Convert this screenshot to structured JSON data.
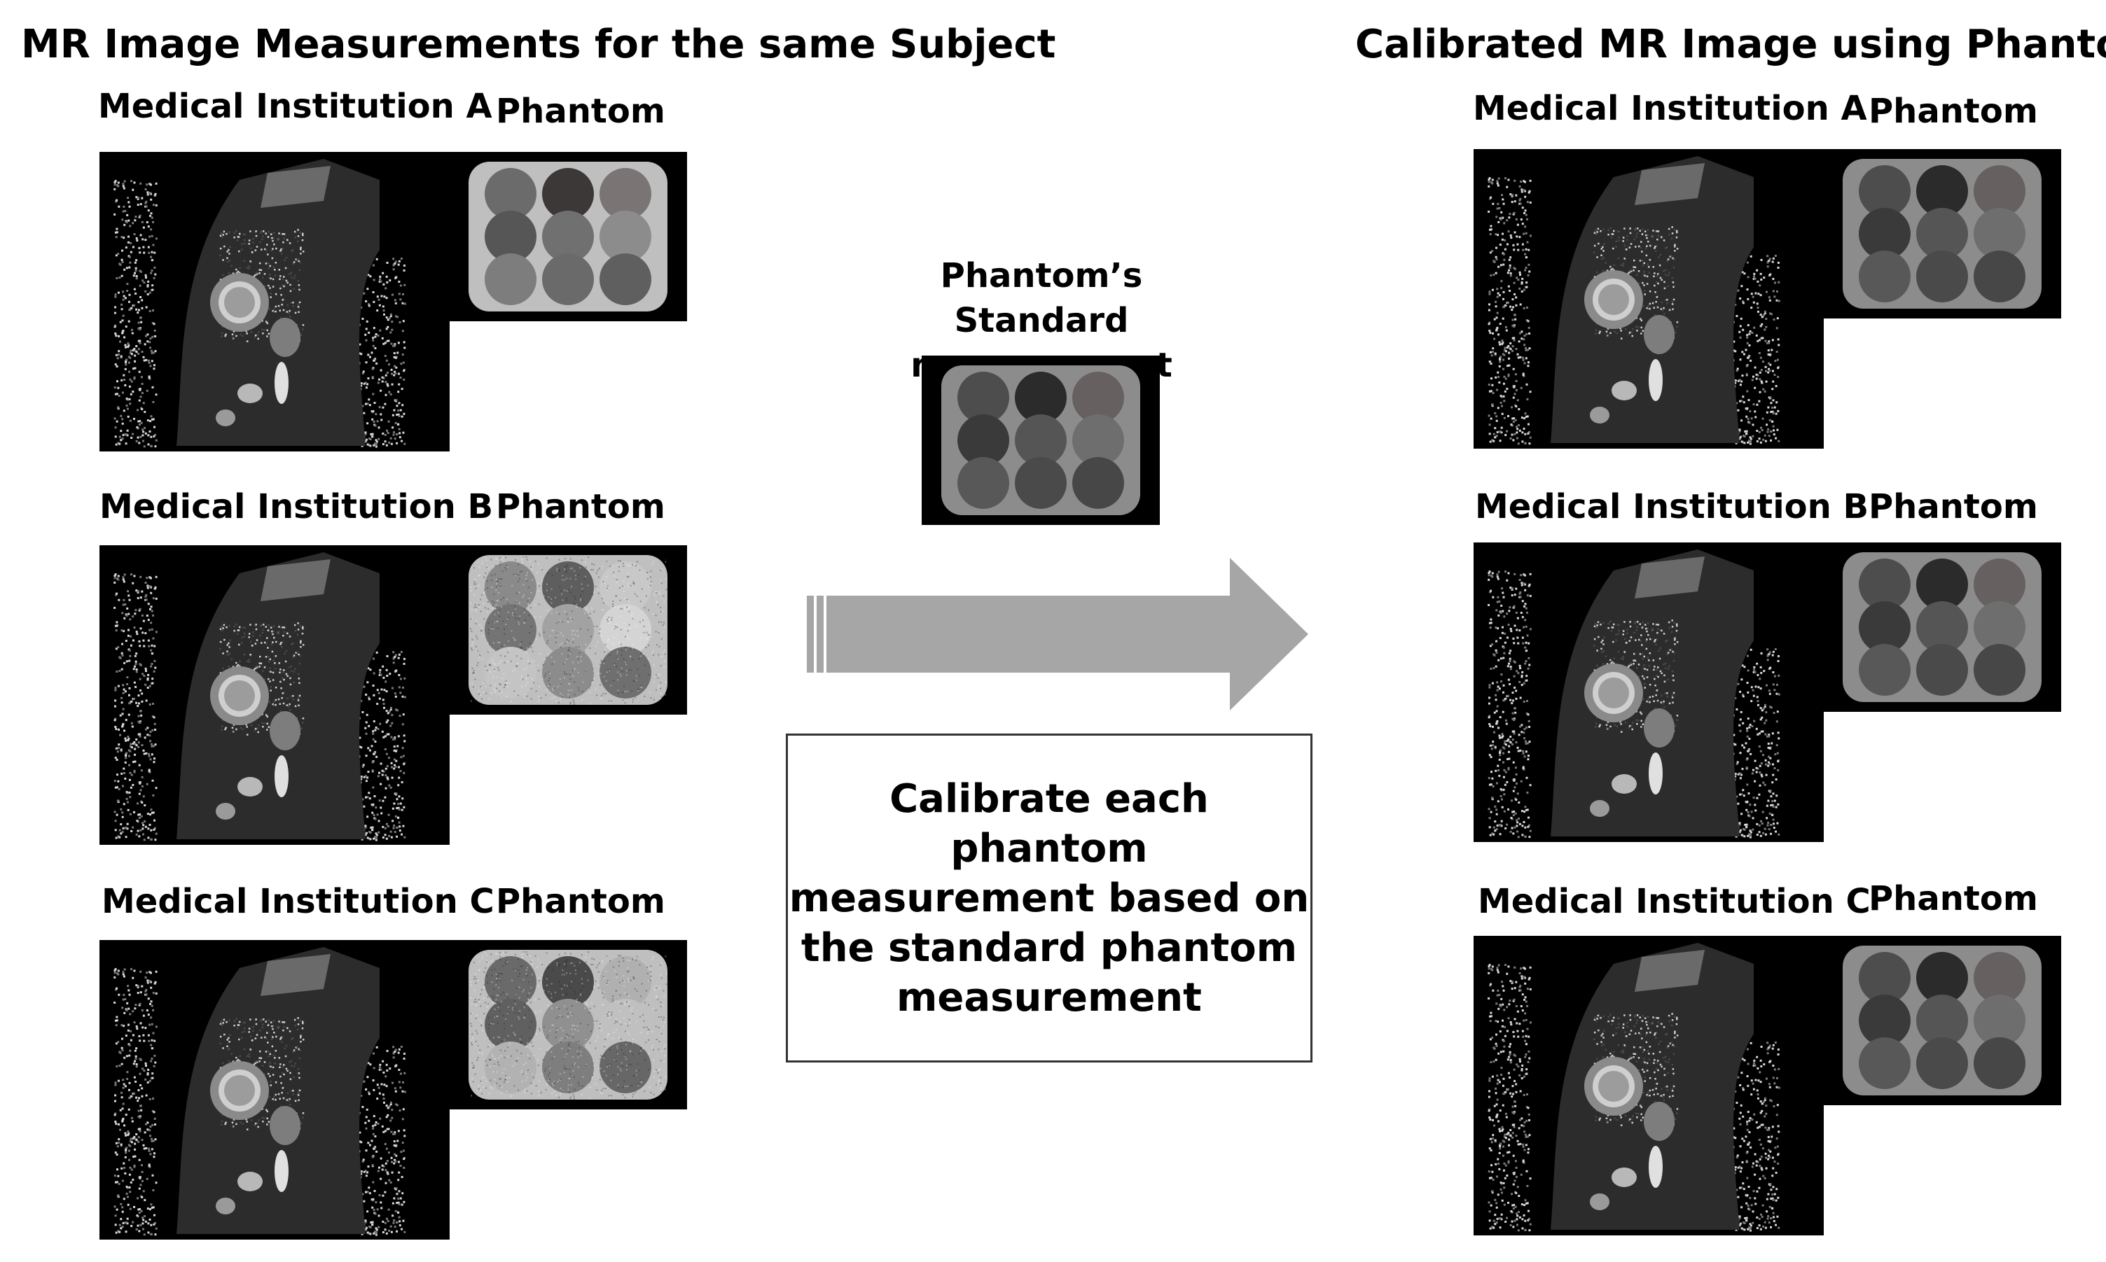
{
  "left_title": "MR Image Measurements for the same Subject",
  "right_title": "Calibrated MR Image using Phantom",
  "left_panels": [
    {
      "label": "Medical Institution A",
      "phantom_label": "Phantom"
    },
    {
      "label": "Medical Institution B",
      "phantom_label": "Phantom"
    },
    {
      "label": "Medical Institution C",
      "phantom_label": "Phantom"
    }
  ],
  "right_panels": [
    {
      "label": "Medical Institution A",
      "phantom_label": "Phantom"
    },
    {
      "label": "Medical Institution B",
      "phantom_label": "Phantom"
    },
    {
      "label": "Medical Institution C",
      "phantom_label": "Phantom"
    }
  ],
  "standard": {
    "title": "Phantom’s Standard measurement"
  },
  "calibration_box": {
    "text": "Calibrate each phantom\nmeasurement based on\nthe standard phantom\nmeasurement"
  },
  "colors": {
    "arrow_fill": "#a6a6a6",
    "arrow_stroke": "#8a8a8a",
    "box_border": "#333333",
    "phantom_frame": "#bfbfbf",
    "phantom_calibrated_frame": "#8c8c8c"
  },
  "phantom_cells": {
    "standard": [
      "#4d4d4d",
      "#2b2b2b",
      "#666060",
      "#3a3a3a",
      "#555555",
      "#6e6e6e",
      "#585858",
      "#4a4a4a",
      "#474747"
    ],
    "inst_a": [
      "#6b6b6b",
      "#3c3838",
      "#7a7474",
      "#565656",
      "#707070",
      "#8c8c8c",
      "#7d7d7d",
      "#6a6a6a",
      "#5f5f5f"
    ],
    "inst_b": [
      "#8a8a8a",
      "#5e5e5e",
      "#c8c8c8",
      "#747474",
      "#a2a2a2",
      "#d4d4d4",
      "#c4c4c4",
      "#8c8c8c",
      "#6f6f6f"
    ],
    "inst_c": [
      "#6a6a6a",
      "#4a4a4a",
      "#b0b0b0",
      "#606060",
      "#909090",
      "#c0c0c0",
      "#b2b2b2",
      "#7e7e7e",
      "#676767"
    ]
  }
}
